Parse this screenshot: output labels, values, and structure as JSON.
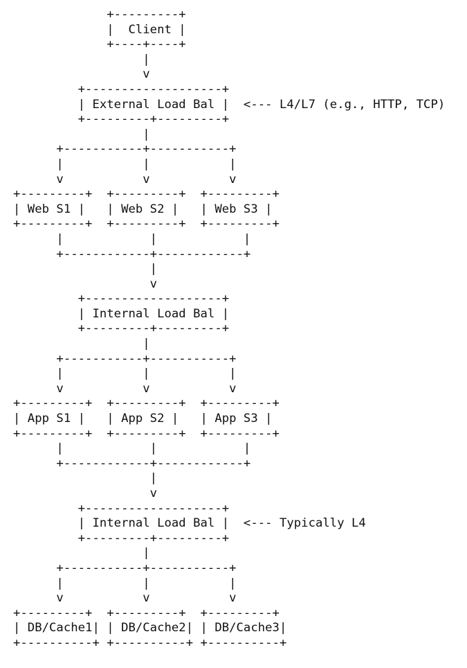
{
  "diagram": {
    "lines": [
      "             +---------+",
      "             |  Client |",
      "             +----+----+",
      "                  |",
      "                  v",
      "         +-------------------+",
      "         | External Load Bal |  <--- L4/L7 (e.g., HTTP, TCP)",
      "         +---------+---------+",
      "                  |",
      "      +-----------+-----------+",
      "      |           |           |",
      "      v           v           v",
      "+---------+  +---------+  +---------+",
      "| Web S1 |   | Web S2 |   | Web S3 |",
      "+---------+  +---------+  +---------+",
      "      |            |            |",
      "      +------------+------------+",
      "                   |",
      "                   v",
      "         +-------------------+",
      "         | Internal Load Bal |",
      "         +---------+---------+",
      "                  |",
      "      +-----------+-----------+",
      "      |           |           |",
      "      v           v           v",
      "+---------+  +---------+  +---------+",
      "| App S1 |   | App S2 |   | App S3 |",
      "+---------+  +---------+  +---------+",
      "      |            |            |",
      "      +------------+------------+",
      "                   |",
      "                   v",
      "         +-------------------+",
      "         | Internal Load Bal |  <--- Typically L4",
      "         +---------+---------+",
      "                  |",
      "      +-----------+-----------+",
      "      |           |           |",
      "      v           v           v",
      "+---------+  +---------+  +---------+",
      "| DB/Cache1| | DB/Cache2| | DB/Cache3|",
      "+----------+ +----------+ +----------+"
    ]
  }
}
